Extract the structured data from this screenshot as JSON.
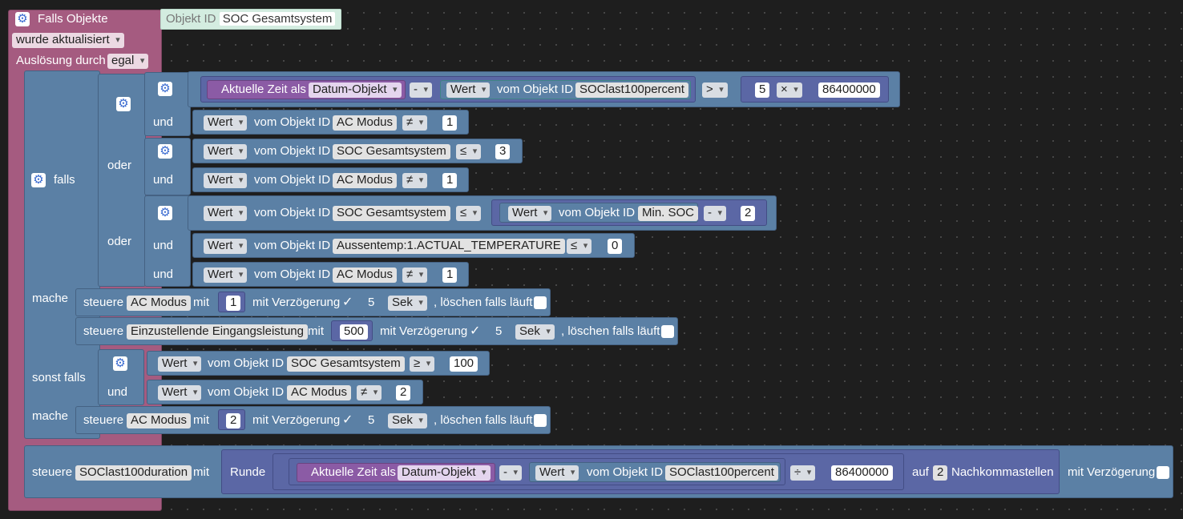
{
  "trigger": {
    "title": "Falls Objekte",
    "object_id_label": "Objekt ID",
    "object_id": "SOC Gesamtsystem",
    "event": "wurde aktualisiert",
    "source_label": "Auslösung durch",
    "source": "egal"
  },
  "common": {
    "wert": "Wert",
    "vom_obj": "vom Objekt ID",
    "und": "und",
    "oder": "oder",
    "steuere": "steuere",
    "mit": "mit",
    "mit_verz": "mit Verzögerung",
    "loeschen": ", löschen falls läuft",
    "sek": "Sek",
    "check": "✓",
    "gear": "⚙"
  },
  "falls": {
    "label": "falls",
    "mache": "mache",
    "sonst_falls": "sonst falls",
    "g1": {
      "zeit": "Aktuelle Zeit als",
      "datum": "Datum-Objekt",
      "minus": "-",
      "obj": "SOClast100percent",
      "cmp": ">",
      "a": "5",
      "times": "×",
      "b": "86400000"
    },
    "g1b": {
      "obj": "AC Modus",
      "cmp": "≠",
      "val": "1"
    },
    "g2a": {
      "obj": "SOC Gesamtsystem",
      "cmp": "≤",
      "val": "3"
    },
    "g2b": {
      "obj": "AC Modus",
      "cmp": "≠",
      "val": "1"
    },
    "g3a": {
      "obj": "SOC Gesamtsystem",
      "cmp": "≤",
      "obj2": "Min. SOC",
      "op": "-",
      "val": "2"
    },
    "g3b": {
      "obj": "Aussentemp:1.ACTUAL_TEMPERATURE",
      "cmp": "≤",
      "val": "0"
    },
    "g3c": {
      "obj": "AC Modus",
      "cmp": "≠",
      "val": "1"
    },
    "act1": {
      "target": "AC Modus",
      "val": "1",
      "delay": "5"
    },
    "act2": {
      "target": "Einzustellende Eingangsleistung",
      "val": "500",
      "delay": "5"
    },
    "s1": {
      "obj": "SOC Gesamtsystem",
      "cmp": "≥",
      "val": "100"
    },
    "s2": {
      "obj": "AC Modus",
      "cmp": "≠",
      "val": "2"
    },
    "act3": {
      "target": "AC Modus",
      "val": "2",
      "delay": "5"
    }
  },
  "final": {
    "target": "SOClast100duration",
    "runde": "Runde",
    "zeit": "Aktuelle Zeit als",
    "datum": "Datum-Objekt",
    "minus": "-",
    "obj": "SOClast100percent",
    "div": "÷",
    "val": "86400000",
    "auf": "auf",
    "places": "2",
    "nach": "Nachkommastellen",
    "mit_verz": "mit Verzögerung"
  }
}
